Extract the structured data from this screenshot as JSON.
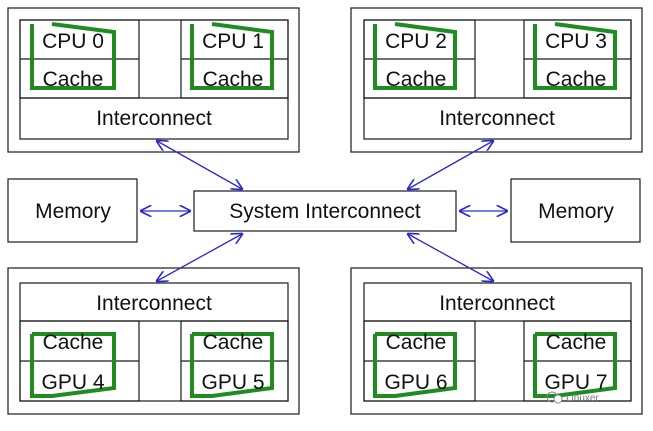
{
  "diagram": {
    "clusters": [
      {
        "id": "cluster-top-left",
        "units": [
          {
            "unit": "CPU 0",
            "cache": "Cache"
          },
          {
            "unit": "CPU 1",
            "cache": "Cache"
          }
        ],
        "interconnect": "Interconnect"
      },
      {
        "id": "cluster-top-right",
        "units": [
          {
            "unit": "CPU 2",
            "cache": "Cache"
          },
          {
            "unit": "CPU 3",
            "cache": "Cache"
          }
        ],
        "interconnect": "Interconnect"
      },
      {
        "id": "cluster-bottom-left",
        "units": [
          {
            "unit": "GPU 4",
            "cache": "Cache"
          },
          {
            "unit": "GPU 5",
            "cache": "Cache"
          }
        ],
        "interconnect": "Interconnect"
      },
      {
        "id": "cluster-bottom-right",
        "units": [
          {
            "unit": "GPU 6",
            "cache": "Cache"
          },
          {
            "unit": "GPU 7",
            "cache": "Cache"
          }
        ],
        "interconnect": "Interconnect"
      }
    ],
    "memory_left": "Memory",
    "memory_right": "Memory",
    "system_interconnect": "System Interconnect",
    "watermark": "Linuxer",
    "colors": {
      "box_stroke": "#1a1a1a",
      "arrow": "#2a2ad0",
      "cache_outline": "#1f8c1f",
      "text": "#111111"
    }
  }
}
